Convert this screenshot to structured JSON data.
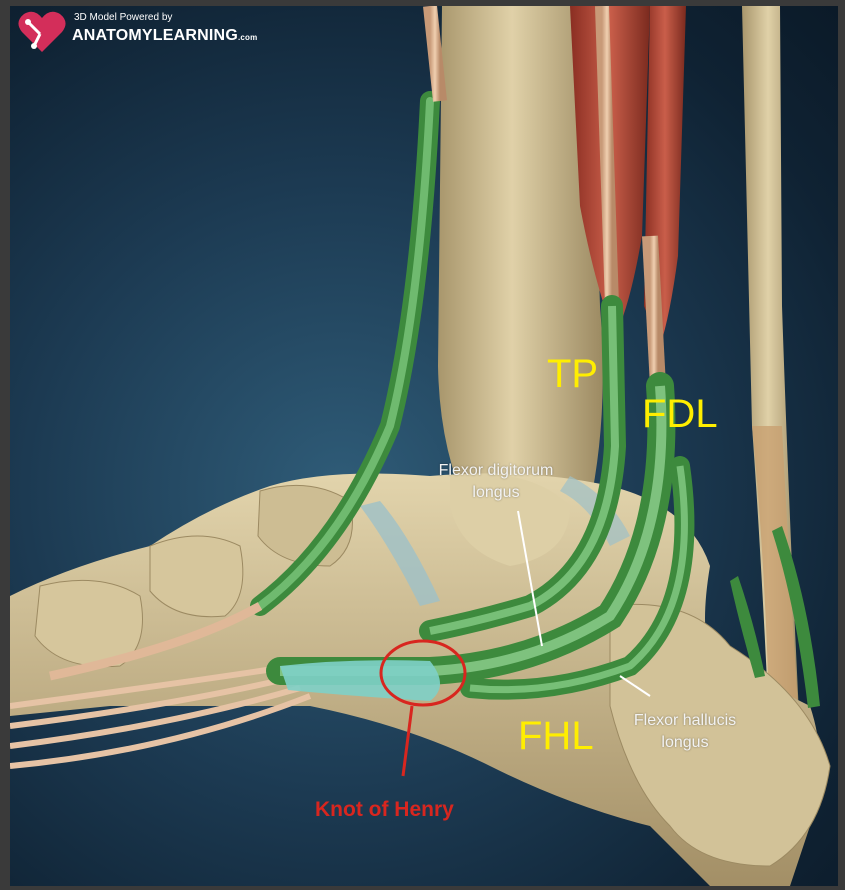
{
  "logo": {
    "line1": "3D Model Powered by",
    "line2": "ANATOMYLEARNING",
    "suffix": ".com",
    "icon": "heart-anatomy-icon"
  },
  "labels": {
    "tp": "TP",
    "fdl": "FDL",
    "fhl": "FHL",
    "fdl_full_line1": "Flexor digitorum",
    "fdl_full_line2": "longus",
    "fhl_full_line1": "Flexor hallucis",
    "fhl_full_line2": "longus",
    "knot": "Knot of Henry"
  },
  "colors": {
    "background": "#1c3a52",
    "bone": "#d8c8a0",
    "tendon_sheath": "#5aa35a",
    "muscle": "#b04a3a",
    "label_yellow": "#ffee00",
    "knot_red": "#d8261f"
  }
}
